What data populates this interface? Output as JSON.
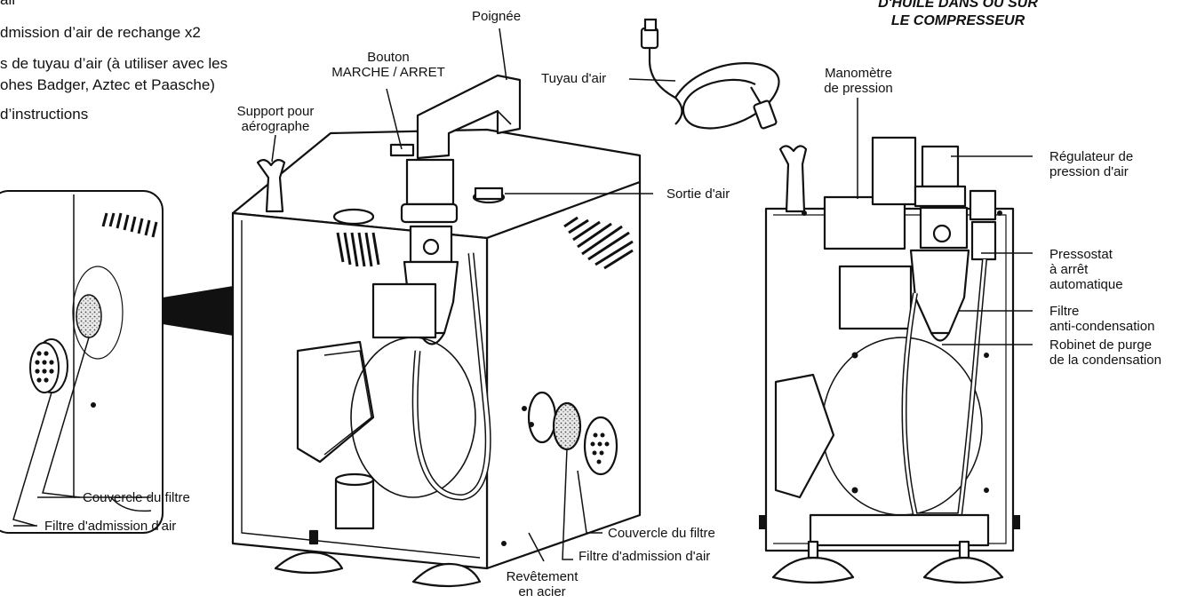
{
  "header_lines": [
    "air",
    "dmission d’air de rechange x2",
    "s de tuyau d’air (à utiliser avec les",
    "ohes Badger, Aztec et Paasche)",
    "d’instructions"
  ],
  "warning": {
    "line1": "D'HUILE DANS OU SUR",
    "line2": "LE COMPRESSEUR"
  },
  "labels": {
    "poignee": "Poignée",
    "bouton_l1": "Bouton",
    "bouton_l2": "MARCHE / ARRET",
    "support_l1": "Support pour",
    "support_l2": "aérographe",
    "tuyau": "Tuyau d'air",
    "sortie": "Sortie d'air",
    "manometre_l1": "Manomètre",
    "manometre_l2": "de pression",
    "regulateur_l1": "Régulateur de",
    "regulateur_l2": "pression d'air",
    "pressostat_l1": "Pressostat",
    "pressostat_l2": "à arrêt",
    "pressostat_l3": "automatique",
    "filtre_cond_l1": "Filtre",
    "filtre_cond_l2": "anti-condensation",
    "robinet_l1": "Robinet de purge",
    "robinet_l2": "de la condensation",
    "couvercle_left": "Couvercle du filtre",
    "filtre_adm_left": "Filtre d'admission d'air",
    "couvercle_right": "Couvercle du filtre",
    "filtre_adm_right": "Filtre d'admission d'air",
    "revetement_l1": "Revêtement",
    "revetement_l2": "en acier"
  }
}
